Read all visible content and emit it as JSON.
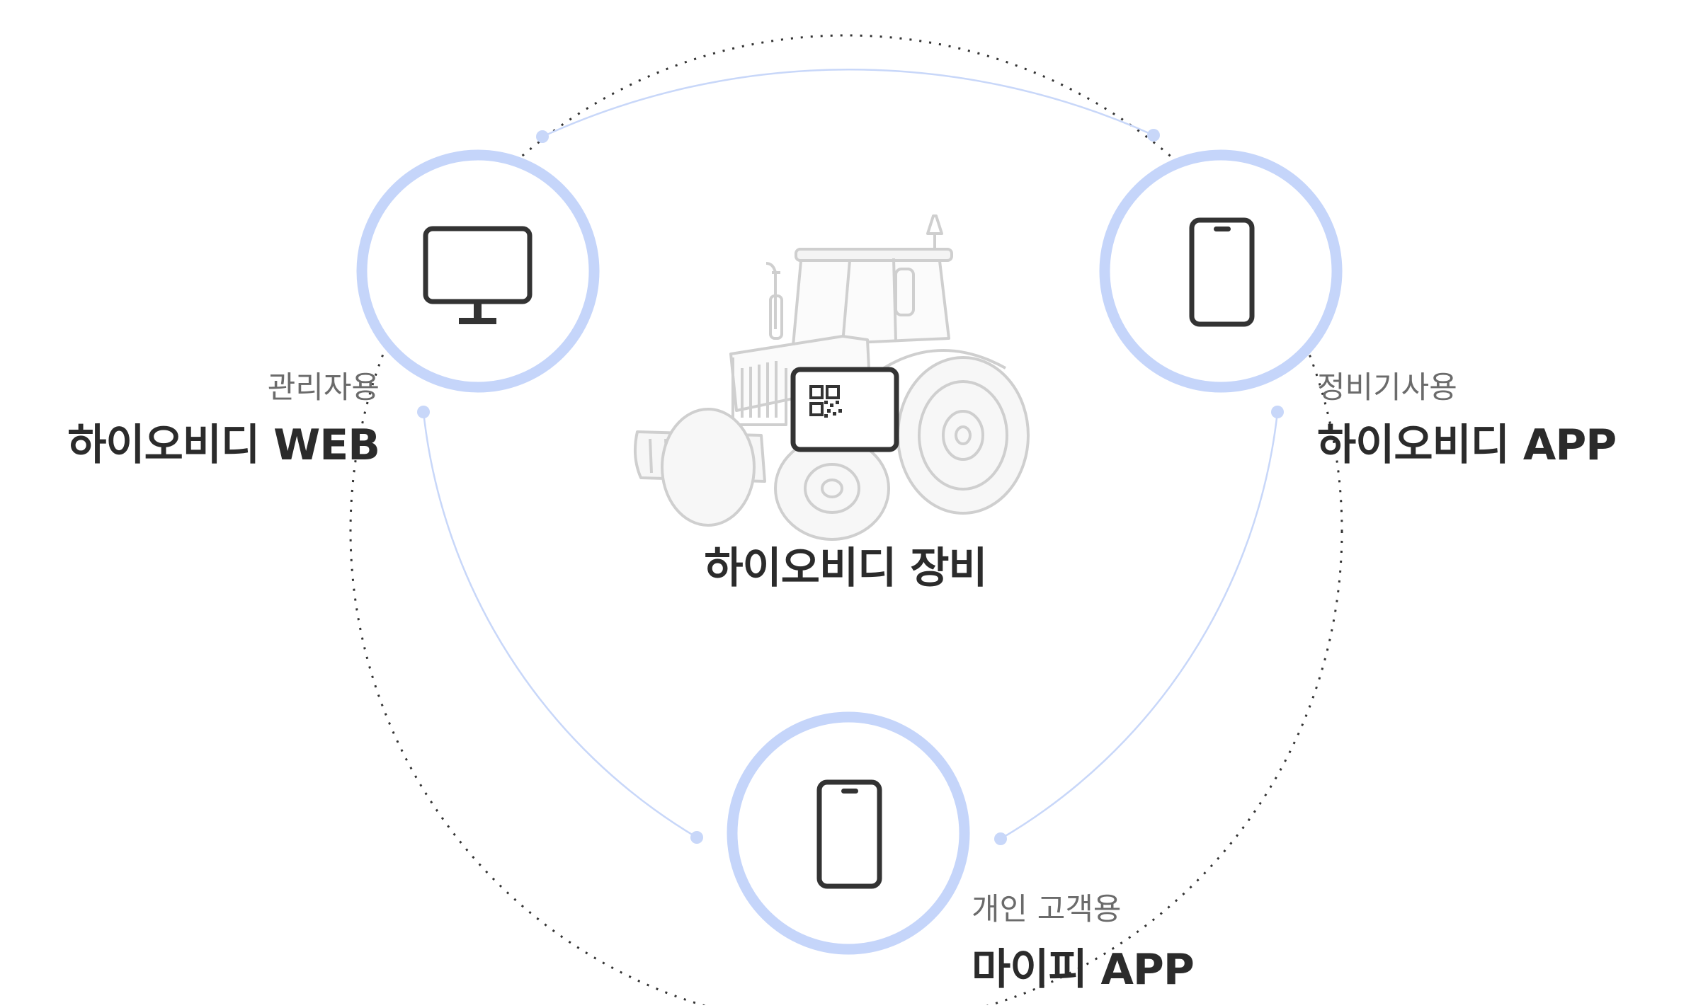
{
  "center": {
    "title": "하이오비디 장비",
    "image": "tractor-with-qr-code"
  },
  "nodes": [
    {
      "id": "web",
      "sub": "관리자용",
      "main": "하이오비디 WEB",
      "icon": "monitor-icon"
    },
    {
      "id": "mechanic",
      "sub": "정비기사용",
      "main": "하이오비디 APP",
      "icon": "smartphone-icon"
    },
    {
      "id": "customer",
      "sub": "개인 고객용",
      "main": "마이피 APP",
      "icon": "smartphone-icon"
    }
  ],
  "colors": {
    "ring": "#c5d5fa",
    "dot": "#c8d7f9",
    "connector": "#c8d7f9",
    "dotted": "#333333",
    "icon": "#333333",
    "tractor": "#cfcfcf"
  }
}
